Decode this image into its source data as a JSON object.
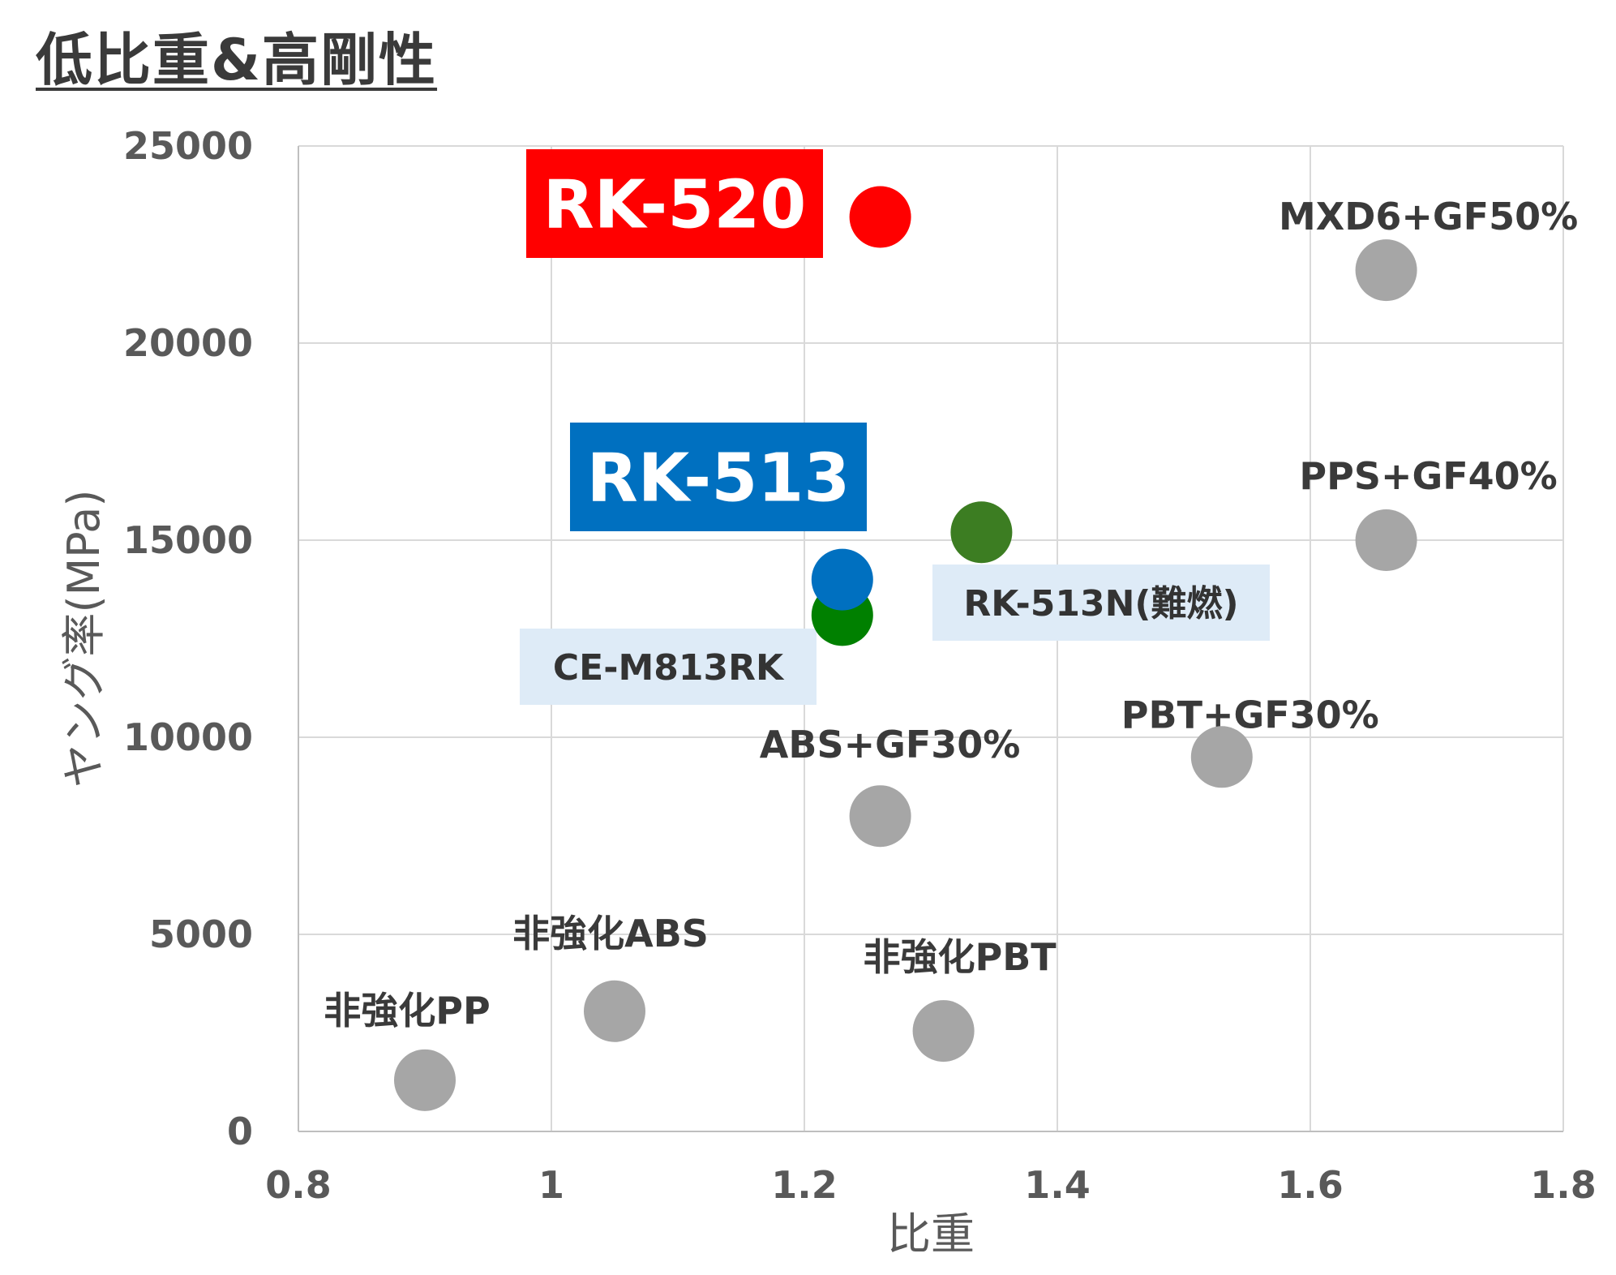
{
  "page": {
    "title": "低比重&高剛性"
  },
  "chart_data": {
    "type": "scatter",
    "title": "",
    "xlabel": "比重",
    "ylabel": "ヤング率(MPa)",
    "xlim": [
      0.8,
      1.8
    ],
    "ylim": [
      0,
      25000
    ],
    "x_ticks": [
      "0.8",
      "1",
      "1.2",
      "1.4",
      "1.6",
      "1.8"
    ],
    "y_ticks": [
      "0",
      "5000",
      "10000",
      "15000",
      "20000",
      "25000"
    ],
    "grid": true,
    "legend": "none",
    "points": [
      {
        "label": "非強化PP",
        "x": 0.9,
        "y": 1300,
        "color": "#a6a6a6"
      },
      {
        "label": "非強化ABS",
        "x": 1.05,
        "y": 3050,
        "color": "#a6a6a6"
      },
      {
        "label": "非強化PBT",
        "x": 1.31,
        "y": 2550,
        "color": "#a6a6a6"
      },
      {
        "label": "ABS+GF30%",
        "x": 1.26,
        "y": 8000,
        "color": "#a6a6a6"
      },
      {
        "label": "PBT+GF30%",
        "x": 1.53,
        "y": 9500,
        "color": "#a6a6a6"
      },
      {
        "label": "PPS+GF40%",
        "x": 1.66,
        "y": 15000,
        "color": "#a6a6a6"
      },
      {
        "label": "MXD6+GF50%",
        "x": 1.66,
        "y": 21850,
        "color": "#a6a6a6"
      },
      {
        "label": "RK-520",
        "x": 1.26,
        "y": 23200,
        "color": "#ff0000"
      },
      {
        "label": "RK-513",
        "x": 1.23,
        "y": 14000,
        "color": "#0070c0"
      },
      {
        "label": "CE-M813RK",
        "x": 1.23,
        "y": 13100,
        "color": "#008000"
      },
      {
        "label": "RK-513N(難燃)",
        "x": 1.34,
        "y": 15200,
        "color": "#3c7d22"
      }
    ],
    "label_styles": {
      "highlight": {
        "RK-520": "#ff0000",
        "RK-513": "#0070c0"
      },
      "boxed": {
        "CE-M813RK": "#deebf7",
        "RK-513N(難燃)": "#deebf7"
      }
    }
  }
}
